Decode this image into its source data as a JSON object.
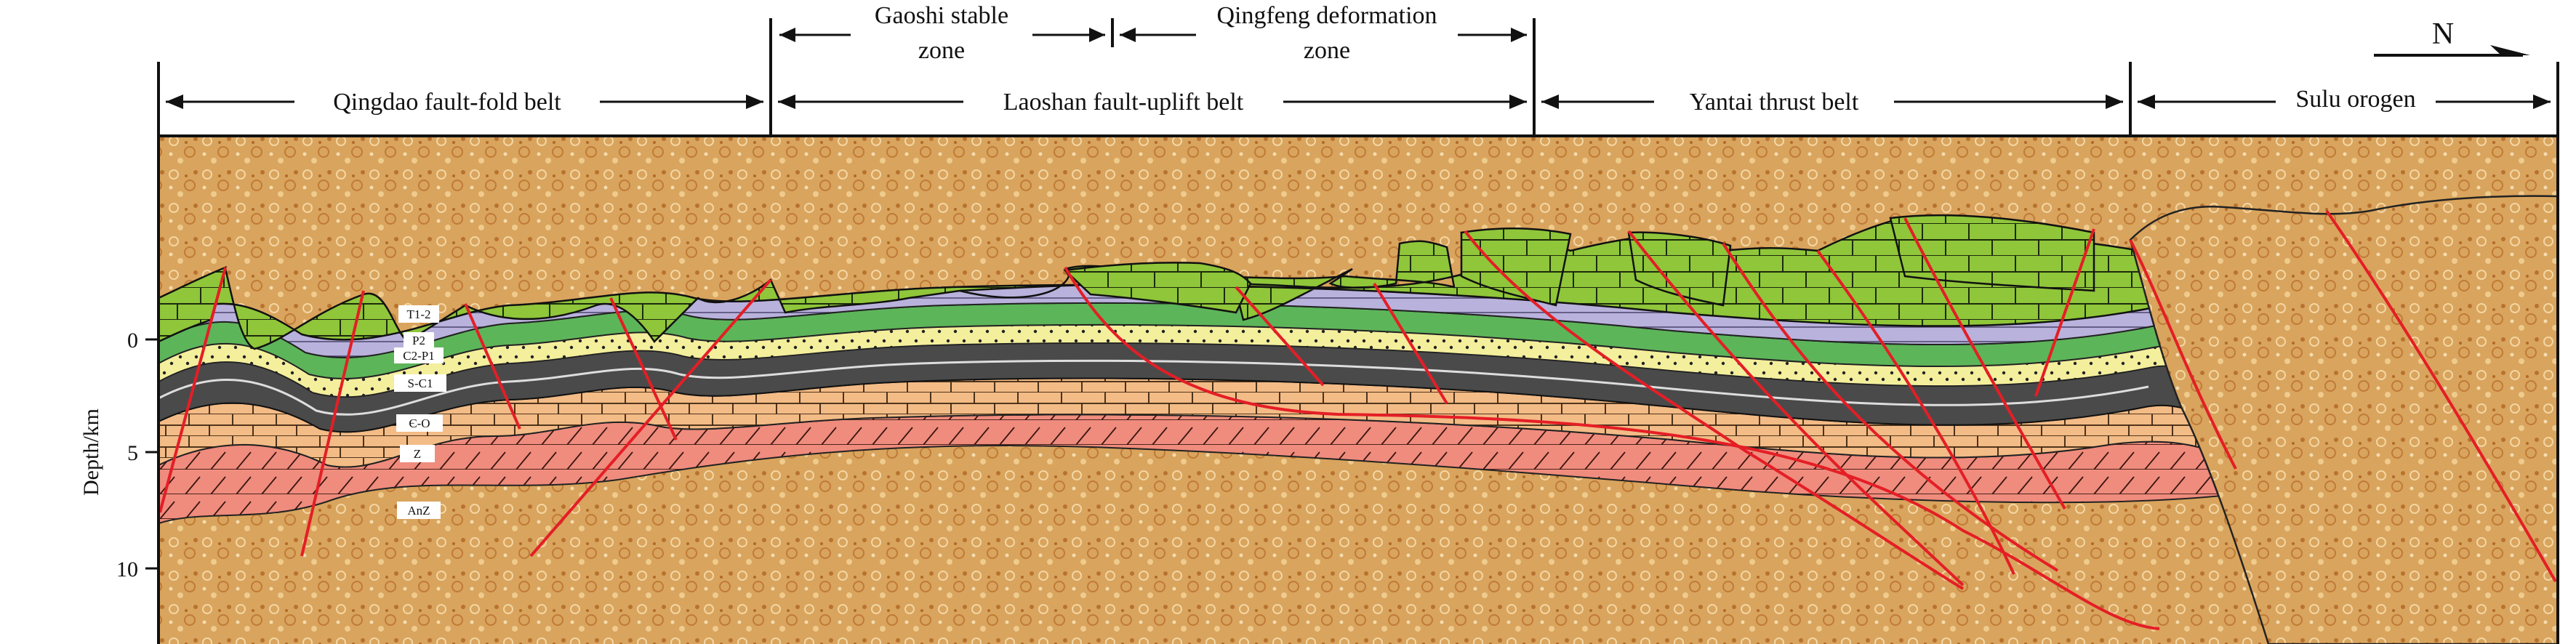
{
  "north_label": "N",
  "depth_axis": {
    "label": "Depth/km",
    "ticks": [
      "0",
      "5",
      "10"
    ]
  },
  "zones_upper": [
    {
      "line1": "Gaoshi stable",
      "line2": "zone"
    },
    {
      "line1": "Qingfeng deformation",
      "line2": "zone"
    }
  ],
  "zones_lower": [
    {
      "label": "Qingdao fault-fold belt"
    },
    {
      "label": "Laoshan fault-uplift belt"
    },
    {
      "label": "Yantai thrust belt"
    },
    {
      "label": "Sulu orogen"
    }
  ],
  "unit_labels": [
    "T1-2",
    "P2",
    "C2-P1",
    "S-C1",
    "Є-O",
    "Z",
    "AnZ"
  ],
  "colors": {
    "triassic_green": "#8fc63a",
    "permian_lavender": "#b9b2dc",
    "carboniferous_green": "#5db55a",
    "sandstone_yellow": "#f4ef9c",
    "silurian_dark": "#4a4a4a",
    "cambrian_orange": "#f3bb86",
    "sinian_salmon": "#ef8c7d",
    "basement_tan": "#d8a35a",
    "fault_red": "#e41e26"
  }
}
